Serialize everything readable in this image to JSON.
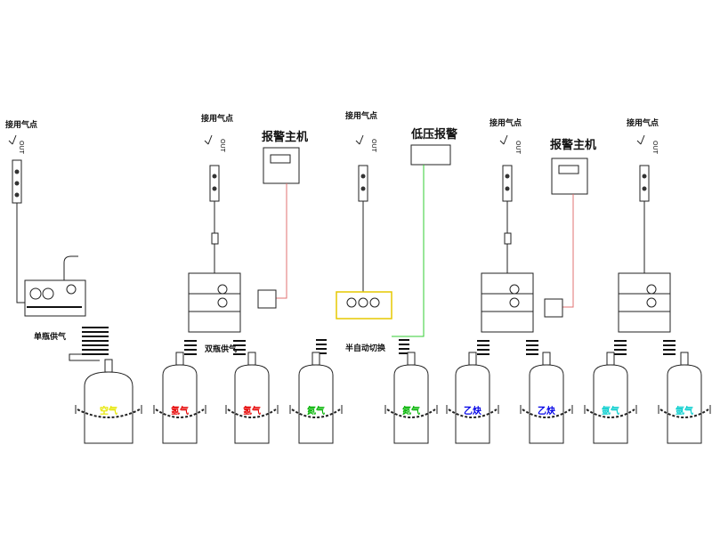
{
  "labels": {
    "use_point": "接用气点",
    "out": "OUT",
    "alarm_host": "报警主机",
    "low_pressure_alarm": "低压报警",
    "single_supply": "单瓶供气",
    "double_supply": "双瓶供气",
    "semi_auto_switch": "半自动切换"
  },
  "cylinders": [
    {
      "label": "空气",
      "color": "#e6e600"
    },
    {
      "label": "氢气",
      "color": "#e60000"
    },
    {
      "label": "氢气",
      "color": "#e60000"
    },
    {
      "label": "氮气",
      "color": "#00b300"
    },
    {
      "label": "氮气",
      "color": "#00b300"
    },
    {
      "label": "乙炔",
      "color": "#0000e6"
    },
    {
      "label": "乙炔",
      "color": "#0000e6"
    },
    {
      "label": "氩气",
      "color": "#00cccc"
    },
    {
      "label": "氩气",
      "color": "#00cccc"
    }
  ],
  "colors": {
    "line": "#222222",
    "alarm_wire": "#e07070",
    "low_pressure_wire": "#33cc33",
    "highlight": "#e6c800"
  }
}
